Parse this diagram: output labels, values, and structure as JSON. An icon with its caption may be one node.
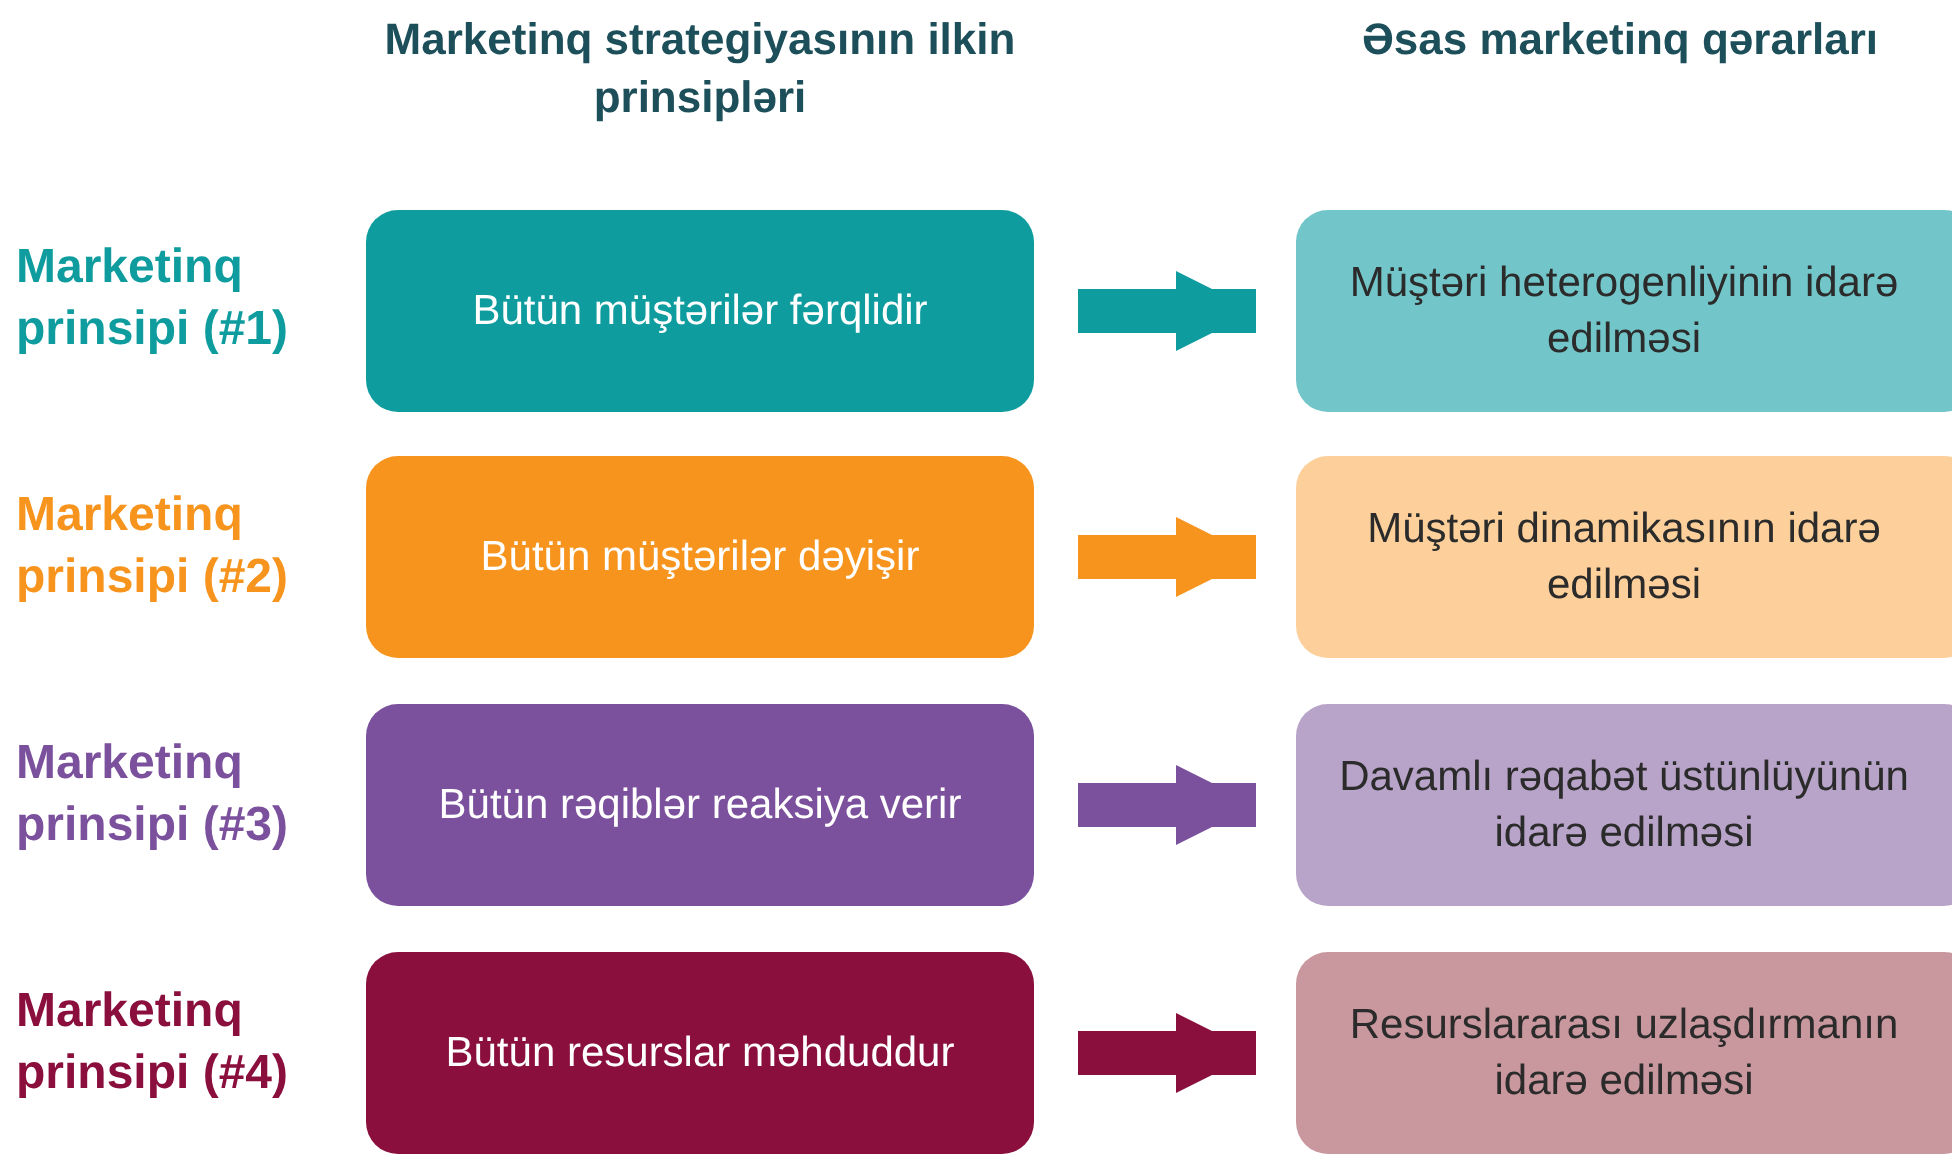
{
  "diagram": {
    "nodes": [
      {
        "text": [
          "Bütün müştərilər fərqlidir"
        ]
      },
      {
        "text": [
          "Müştəri heterogenliyinin idarə edilməsi"
        ]
      },
      {
        "text": [
          "Bütün müştərilər dəyişir"
        ]
      },
      {
        "text": [
          "Müştəri dinamikasının idarə edilməsi"
        ]
      },
      {
        "text": [
          "Bütün rəqiblər reaksiya verir"
        ]
      },
      {
        "text": [
          "Davamlı rəqabət üstünlüyünün idarə edilməsi"
        ]
      },
      {
        "text": [
          "Bütün resurslar məhduddur"
        ]
      },
      {
        "text": [
          "Resurslararası uzlaşdırmanın idarə edilməsi"
        ]
      }
    ],
    "edges": [
      {
        "from": 0,
        "to": 1,
        "arrow": "to",
        "color": "#0f9c9e"
      },
      {
        "from": 2,
        "to": 3,
        "arrow": "to",
        "color": "#f7941d"
      },
      {
        "from": 4,
        "to": 5,
        "arrow": "to",
        "color": "#7b519d"
      },
      {
        "from": 6,
        "to": 7,
        "arrow": "to",
        "color": "#8a0f3c"
      }
    ],
    "labels": [
      "Marketinq strategiyasının ilkin prinsipləri",
      "Əsas marketinq qərarları",
      "Marketinq prinsipi (#1)",
      "Marketinq prinsipi (#2)",
      "Marketinq prinsipi (#3)",
      "Marketinq prinsipi (#4)"
    ]
  }
}
